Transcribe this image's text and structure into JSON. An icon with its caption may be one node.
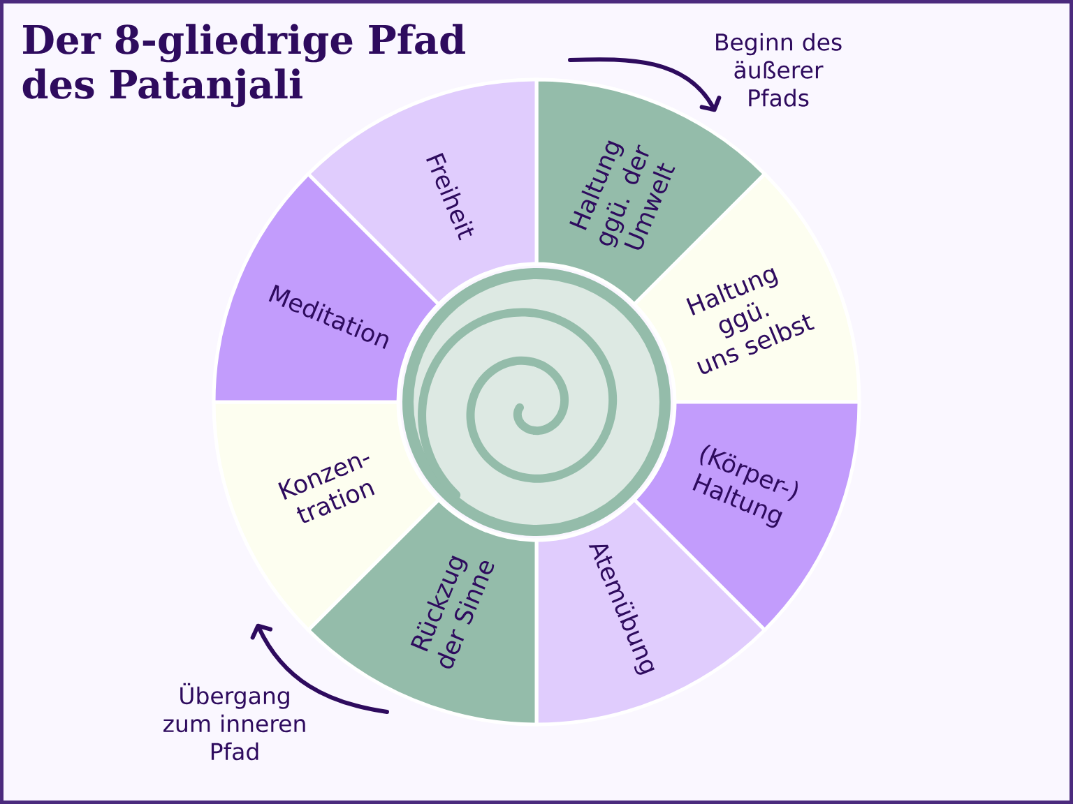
{
  "diagram": {
    "title": "Der 8-gliedrige Pfad des Patanjali",
    "nodes": [
      {
        "text": [
          "Haltung ggü. der Umwelt"
        ]
      },
      {
        "text": [
          "Haltung ggü. uns selbst"
        ]
      },
      {
        "text": [
          "(Körper-) Haltung"
        ]
      },
      {
        "text": [
          "Atemübung"
        ]
      },
      {
        "text": [
          "Rückzug der Sinne"
        ]
      },
      {
        "text": [
          "Konzen- tration"
        ]
      },
      {
        "text": [
          "Meditation"
        ]
      },
      {
        "text": [
          "Freiheit"
        ]
      }
    ],
    "edges": [
      {
        "from": null,
        "to": 0,
        "arrow": "to"
      },
      {
        "from": 4,
        "to": 5,
        "arrow": "to"
      }
    ],
    "labels": [
      "Beginn des äußerer Pfads",
      "Übergang zum inneren Pfad"
    ]
  }
}
